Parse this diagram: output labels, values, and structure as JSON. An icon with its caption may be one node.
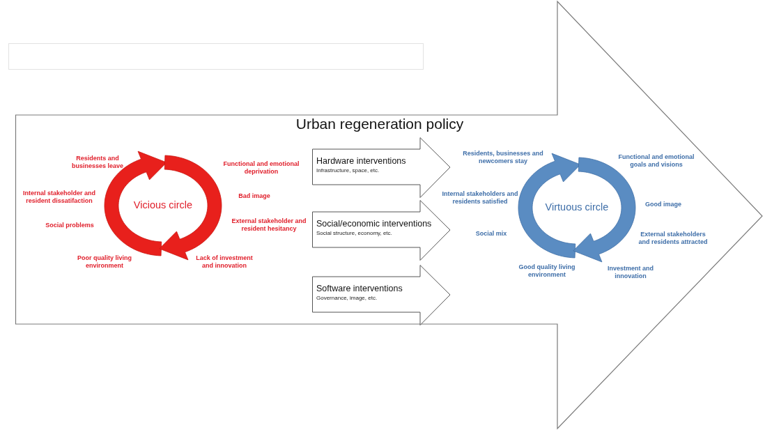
{
  "diagram": {
    "nodes": [
      {
        "text": [],
        "shape": "box"
      },
      {
        "text": [
          "Urban regeneration policy"
        ]
      },
      {
        "text": [
          "Vicious circle"
        ],
        "in": 1,
        "beside": [
          "Residents and businesses leave",
          "Functional and emotional deprivation",
          "Internal stakeholder and resident dissatifaction",
          "Bad image",
          "Social problems",
          "External stakeholder and resident hesitancy",
          "Poor quality living environment",
          "Lack of investment and innovation"
        ]
      },
      {
        "text": [
          "Hardware interventions",
          "Infrastructure, space, etc."
        ],
        "in": 1
      },
      {
        "text": [
          "Social/economic interventions",
          "Social structure, economy, etc."
        ],
        "in": 1
      },
      {
        "text": [
          "Software interventions",
          "Governance, image, etc."
        ],
        "in": 1
      },
      {
        "text": [
          "Virtuous circle"
        ],
        "in": 1,
        "beside": [
          "Residents, businesses and newcomers stay",
          "Functional and emotional goals and visions",
          "Internal stakeholders and residents satisfied",
          "Good image",
          "Social mix",
          "External stakeholders and residents attracted",
          "Good quality living environment",
          "Investment and innovation"
        ]
      }
    ]
  }
}
